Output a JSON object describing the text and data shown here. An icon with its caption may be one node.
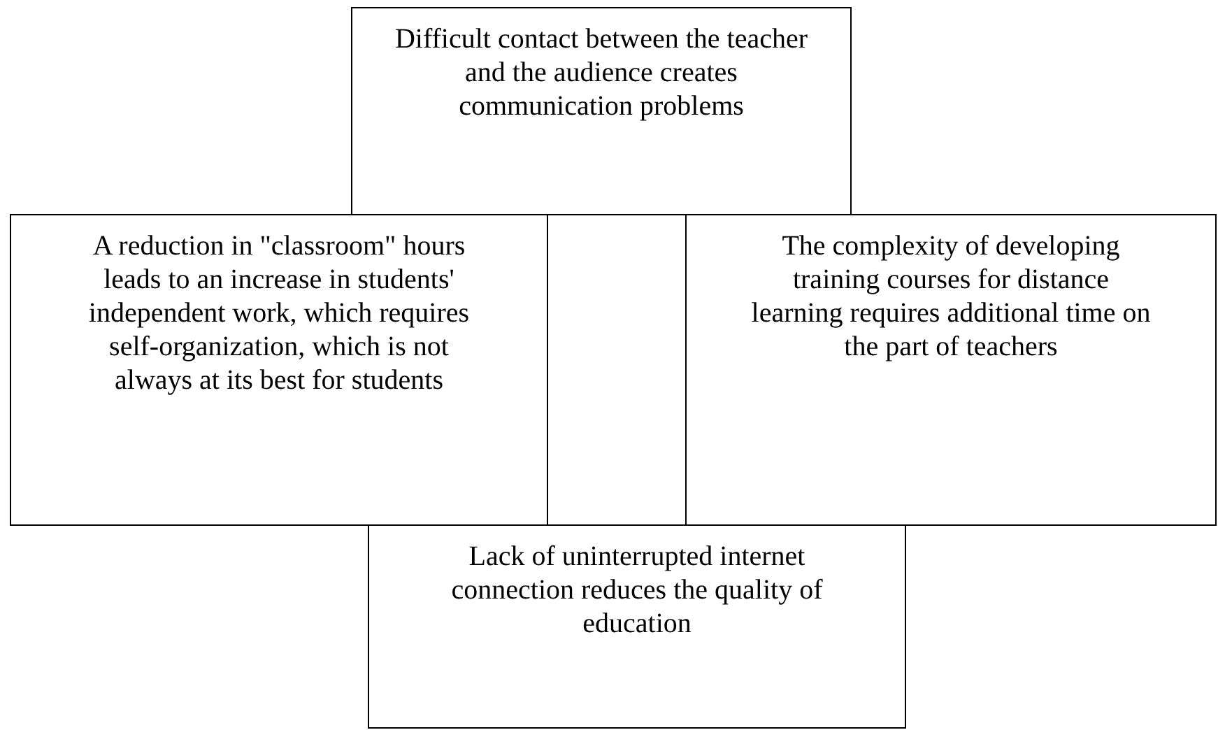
{
  "diagram": {
    "nodes": [
      {
        "text": [
          "Difficult contact between the teacher and the audience creates communication problems"
        ]
      },
      {
        "text": [
          "A reduction in \"classroom\" hours leads to an increase in students' independent work, which requires self-organization, which is not always at its best for students"
        ]
      },
      {
        "text": [
          "The complexity of developing training courses for distance learning requires additional time on the part of teachers"
        ]
      },
      {
        "text": [
          "Lack of uninterrupted internet connection reduces the quality of education"
        ]
      }
    ]
  }
}
